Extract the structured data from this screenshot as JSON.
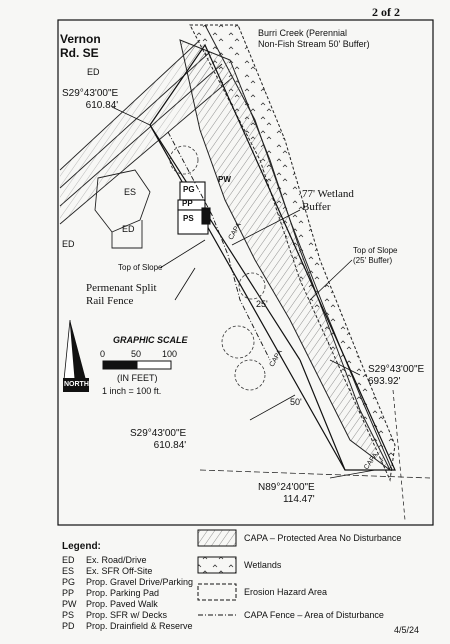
{
  "page_number": "2 of 2",
  "road_name": "Vernon\nRd. SE",
  "creek_label": "Burri Creek (Perennial\nNon-Fish Stream 50' Buffer)",
  "bearings": {
    "nw_line": "S29°43'00\"E\n610.84'",
    "east_line": "S29°43'00\"E\n693.92'",
    "west_line": "S29°43'00\"E\n610.84'",
    "south_line": "N89°24'00\"E\n114.47'"
  },
  "callouts": {
    "wetland_buffer": "77' Wetland\nBuffer",
    "top_of_slope_left": "Top of Slope",
    "top_of_slope_right": "Top of Slope\n(25' Buffer)",
    "split_rail_fence": "Permenant Split\nRail Fence",
    "dim_25": "25'",
    "dim_50": "50'"
  },
  "map_labels": {
    "ed_top": "ED",
    "es": "ES",
    "ed_mid": "ED",
    "ed_left": "ED",
    "pg": "PG",
    "pp": "PP",
    "ps": "PS",
    "pw": "PW",
    "capa_1": "CAPA",
    "capa_2": "CAPA",
    "capa_3": "CAPA"
  },
  "north_arrow": {
    "label": "NORTH"
  },
  "graphic_scale": {
    "title": "GRAPHIC SCALE",
    "ticks": [
      "0",
      "50",
      "100"
    ],
    "units": "(IN FEET)",
    "ratio": "1 inch = 100 ft."
  },
  "legend": {
    "title": "Legend:",
    "items": [
      {
        "code": "ED",
        "desc": "Ex. Road/Drive"
      },
      {
        "code": "ES",
        "desc": "Ex. SFR Off-Site"
      },
      {
        "code": "PG",
        "desc": "Prop. Gravel Drive/Parking"
      },
      {
        "code": "PP",
        "desc": "Prop. Parking Pad"
      },
      {
        "code": "PW",
        "desc": "Prop. Paved Walk"
      },
      {
        "code": "PS",
        "desc": "Prop. SFR w/ Decks"
      },
      {
        "code": "PD",
        "desc": "Prop. Drainfield & Reserve"
      }
    ]
  },
  "key": [
    {
      "symbol": "hatch-box",
      "label": "CAPA – Protected Area No Disturbance"
    },
    {
      "symbol": "wetland-box",
      "label": "Wetlands"
    },
    {
      "symbol": "dashed-box",
      "label": "Erosion Hazard Area"
    },
    {
      "symbol": "fence-line",
      "label": "CAPA Fence – Area of Disturbance"
    }
  ],
  "date": "4/5/24"
}
